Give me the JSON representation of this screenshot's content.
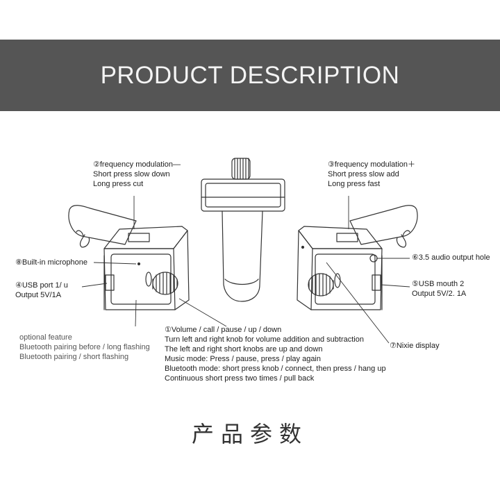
{
  "header": {
    "title": "PRODUCT DESCRIPTION"
  },
  "callouts": {
    "freq_minus": {
      "lines": [
        "②frequency modulation—",
        "Short press slow down",
        "Long press cut"
      ]
    },
    "freq_plus": {
      "lines": [
        "③frequency modulation＋",
        "Short press slow add",
        "Long press fast"
      ]
    },
    "microphone": {
      "lines": [
        "⑧Built-in microphone"
      ]
    },
    "audio_out": {
      "lines": [
        "⑥3.5 audio output hole"
      ]
    },
    "usb1": {
      "lines": [
        "④USB port 1/ u",
        "Output 5V/1A"
      ]
    },
    "usb2": {
      "lines": [
        "⑤USB mouth 2",
        "Output 5V/2. 1A"
      ]
    },
    "optional": {
      "lines": [
        "optional feature",
        "Bluetooth pairing before / long flashing",
        "Bluetooth pairing / short flashing"
      ]
    },
    "knob": {
      "lines": [
        "①Volume / call / pause / up / down",
        "Turn left and right knob for volume addition and subtraction",
        "The left and right short knobs are up and down",
        "Music mode: Press / pause, press / play again",
        "Bluetooth mode: short press knob / connect, then press / hang up",
        "Continuous short press two times / pull back"
      ]
    },
    "display": {
      "lines": [
        "⑦Nixie display"
      ]
    }
  },
  "footer": {
    "title": "产品参数"
  }
}
